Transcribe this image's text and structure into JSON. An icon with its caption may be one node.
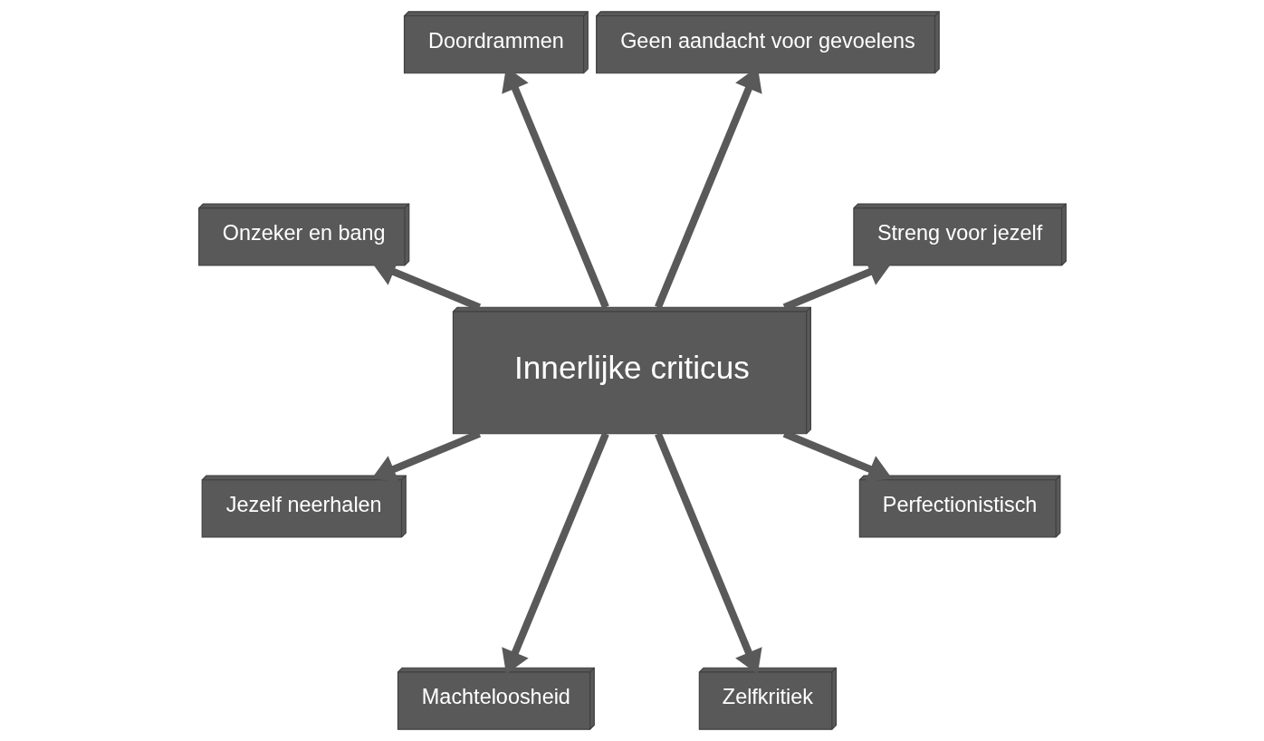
{
  "diagram": {
    "nodes": [
      {
        "text": [
          "Streng voor jezelf"
        ]
      },
      {
        "text": [
          "Geen aandacht voor gevoelens"
        ]
      },
      {
        "text": [
          "Doordrammen"
        ]
      },
      {
        "text": [
          "Onzeker en bang"
        ]
      },
      {
        "text": [
          "Innerlijke criticus"
        ]
      },
      {
        "text": [
          "Jezelf neerhalen"
        ]
      },
      {
        "text": [
          "Machteloosheid"
        ]
      },
      {
        "text": [
          "Zelfkritiek"
        ]
      },
      {
        "text": [
          "Perfectionistisch"
        ]
      }
    ],
    "edges": [
      {
        "from": 4,
        "to": 0,
        "arrow": "to"
      },
      {
        "from": 4,
        "to": 1,
        "arrow": "to"
      },
      {
        "from": 4,
        "to": 2,
        "arrow": "to"
      },
      {
        "from": 4,
        "to": 3,
        "arrow": "to"
      },
      {
        "from": 4,
        "to": 5,
        "arrow": "to"
      },
      {
        "from": 4,
        "to": 6,
        "arrow": "to"
      },
      {
        "from": 4,
        "to": 7,
        "arrow": "to"
      },
      {
        "from": 4,
        "to": 8,
        "arrow": "to"
      }
    ]
  }
}
